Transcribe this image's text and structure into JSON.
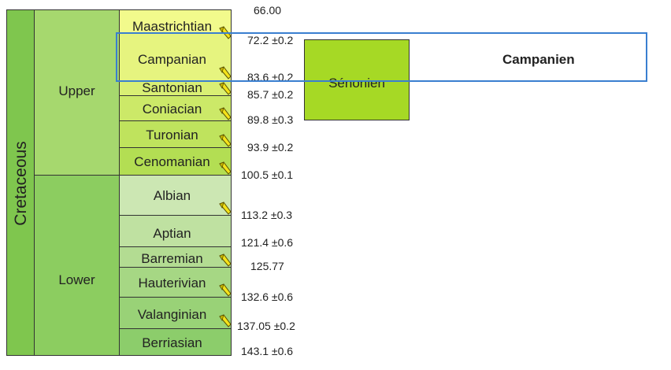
{
  "period": {
    "label": "Cretaceous",
    "color": "#7fc64e"
  },
  "epochs": [
    {
      "label": "Upper",
      "color": "#a6d86e"
    },
    {
      "label": "Lower",
      "color": "#8ccd60"
    }
  ],
  "stages": [
    {
      "label": "Maastrichtian",
      "color": "#f2fa8c"
    },
    {
      "label": "Campanian",
      "color": "#e6f47f"
    },
    {
      "label": "Santonian",
      "color": "#d9ef74"
    },
    {
      "label": "Coniacian",
      "color": "#cce968"
    },
    {
      "label": "Turonian",
      "color": "#bfe35d"
    },
    {
      "label": "Cenomanian",
      "color": "#b3de53"
    },
    {
      "label": "Albian",
      "color": "#cce7b3"
    },
    {
      "label": "Aptian",
      "color": "#bfe1a1"
    },
    {
      "label": "Barremian",
      "color": "#b3dc92"
    },
    {
      "label": "Hauterivian",
      "color": "#a6d784"
    },
    {
      "label": "Valanginian",
      "color": "#99d277"
    },
    {
      "label": "Berriasian",
      "color": "#8ccd6b"
    }
  ],
  "ages": [
    "66.00",
    "72.2 ±0.2",
    "83.6 ±0.2",
    "85.7 ±0.2",
    "89.8 ±0.3",
    "93.9 ±0.2",
    "100.5 ±0.1",
    "113.2 ±0.3",
    "121.4 ±0.6",
    "125.77",
    "132.6 ±0.6",
    "137.05 ±0.2",
    "143.1 ±0.6"
  ],
  "regional": {
    "label": "Sénonien",
    "color": "#a6d925"
  },
  "highlight": {
    "label": "Campanien",
    "border_color": "#3a7fd0"
  },
  "gssp_icon": "golden-spike-icon"
}
